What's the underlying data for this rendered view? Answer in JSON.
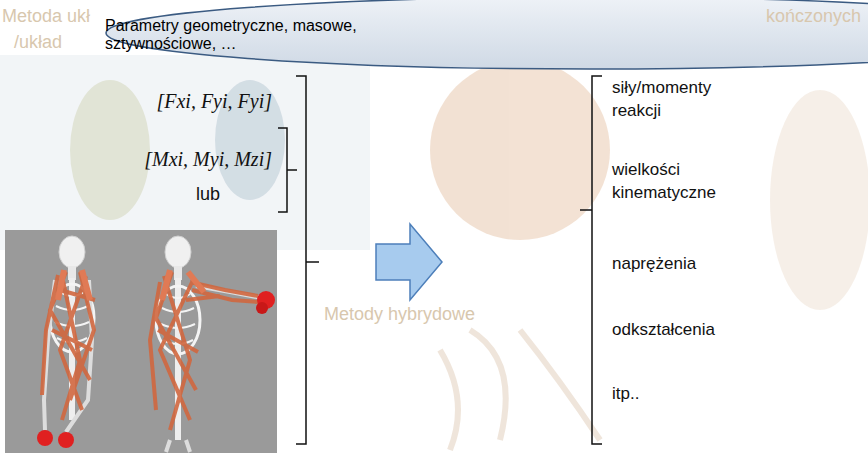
{
  "diagram": {
    "nodes": [
      {
        "text": [
          "Parametry geometryczne, masowe, sztywnościowe, …"
        ]
      }
    ],
    "labels": [
      "Metoda ukł",
      "/układ",
      "kończonych",
      "Metody hybrydowe",
      "[Fxi, Fyi, Fyi]",
      "[Mxi, Myi, Mzi]",
      "lub",
      "siły/momenty reakcji",
      "wielkości kinematyczne",
      "naprężenia",
      "odkształcenia",
      "itp.."
    ]
  }
}
